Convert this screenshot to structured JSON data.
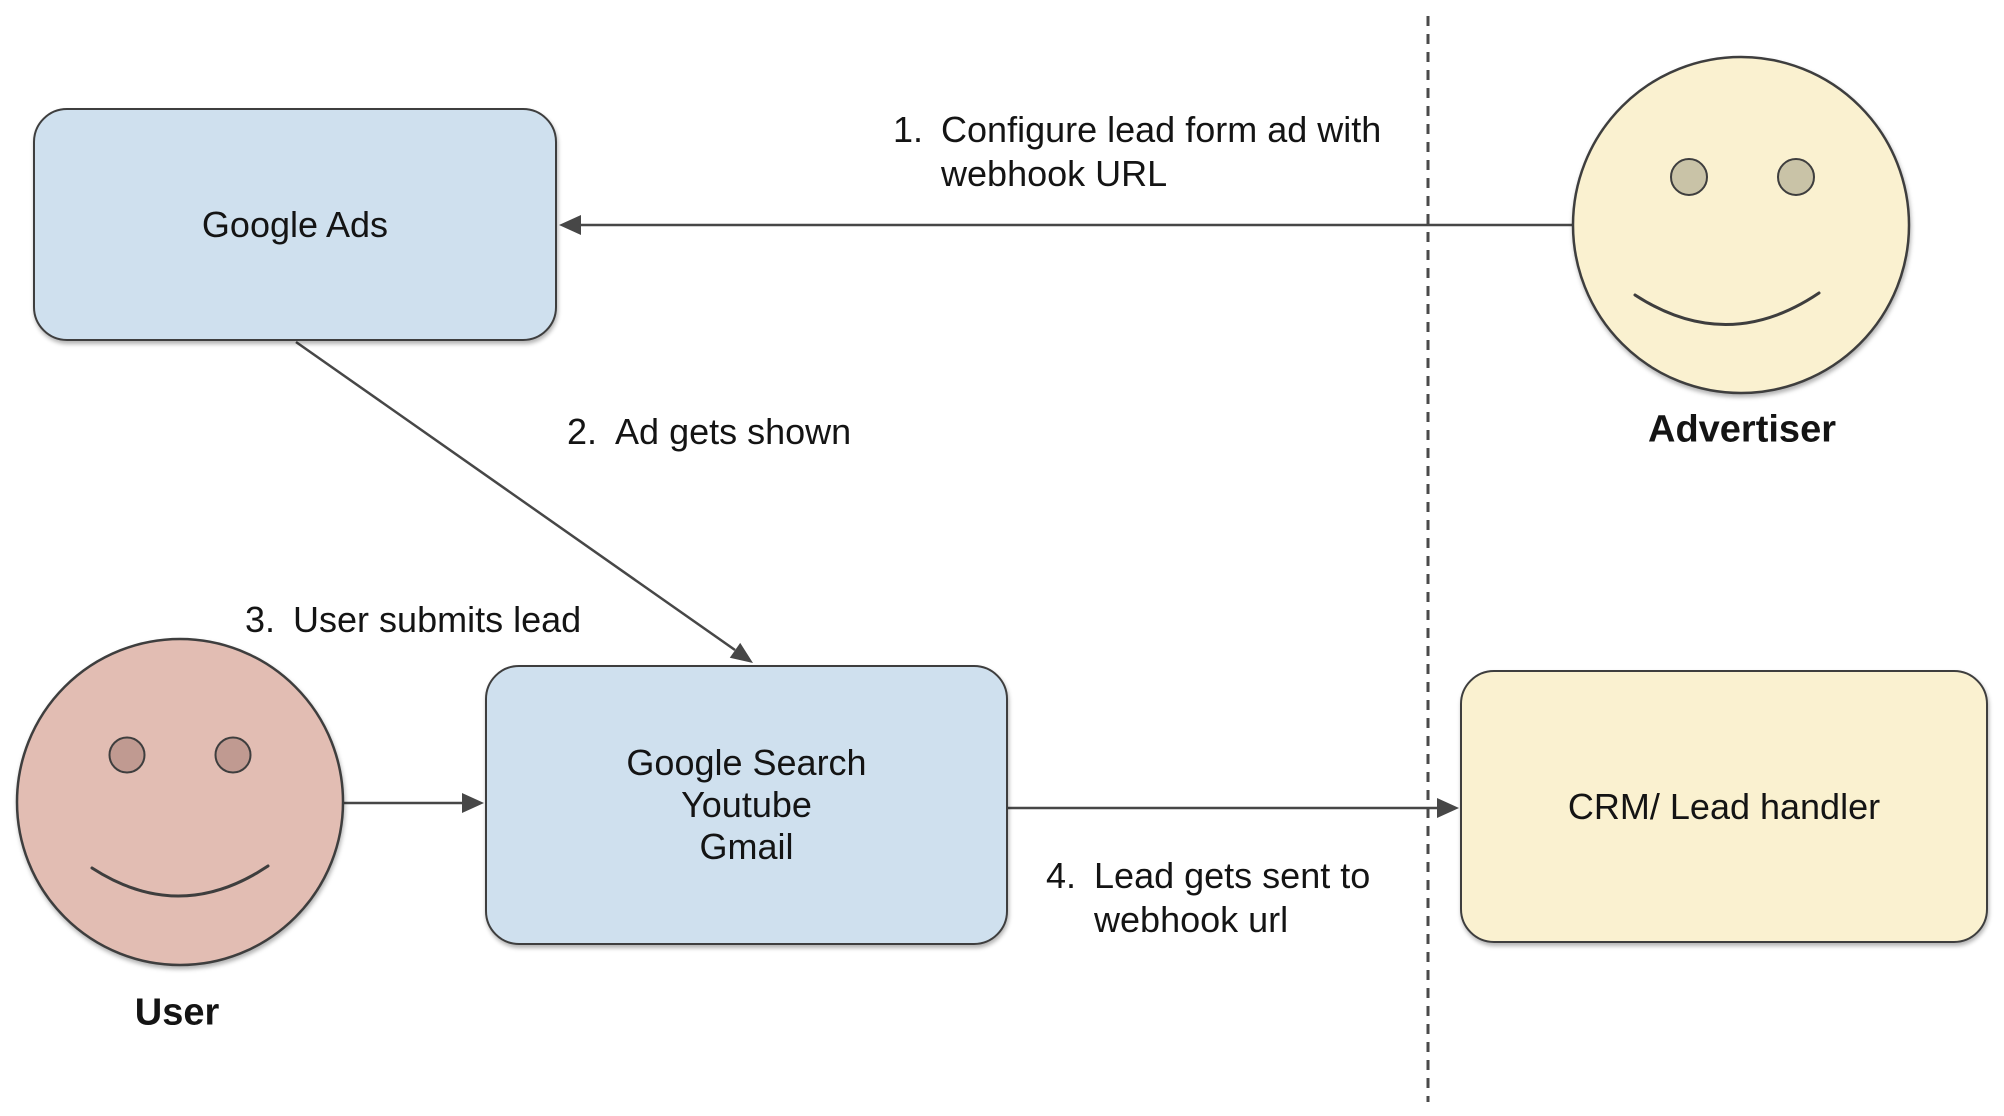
{
  "colors": {
    "node_blue": "#cfe0ee",
    "node_cream": "#faf1d0",
    "advertiser_face": "#faf1d0",
    "advertiser_eye": "#c9c3a7",
    "user_face": "#e2bdb3",
    "user_eye": "#c09a91",
    "stroke": "#3e3e3e",
    "text": "#141414"
  },
  "nodes": {
    "google_ads": {
      "label": "Google Ads"
    },
    "google_properties": {
      "line1": "Google Search",
      "line2": "Youtube",
      "line3": "Gmail"
    },
    "crm": {
      "label": "CRM/ Lead handler"
    }
  },
  "actors": {
    "advertiser": {
      "label": "Advertiser"
    },
    "user": {
      "label": "User"
    }
  },
  "steps": {
    "s1": {
      "number": "1.",
      "line1": "Configure lead form ad with",
      "line2": "webhook URL"
    },
    "s2": {
      "number": "2.",
      "text": "Ad gets shown"
    },
    "s3": {
      "number": "3.",
      "text": "User submits lead"
    },
    "s4": {
      "number": "4.",
      "line1": "Lead gets sent to",
      "line2": "webhook url"
    }
  }
}
